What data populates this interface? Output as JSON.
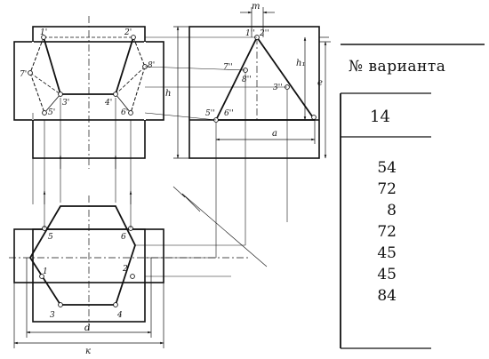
{
  "table": {
    "header": "№ варианта",
    "variant": "14",
    "values": [
      "54",
      "72",
      "8",
      "72",
      "45",
      "45",
      "84"
    ]
  },
  "dimensions": {
    "m": "m",
    "h": "h",
    "h1": "h₁",
    "e": "e",
    "a": "a",
    "d": "d",
    "k": "к"
  },
  "front_points": [
    "1'",
    "2'",
    "3'",
    "4'",
    "5'",
    "6'",
    "7'",
    "8'"
  ],
  "side_points": [
    "1''",
    "2''",
    "3''",
    "5''",
    "6''",
    "7''",
    "8''"
  ],
  "top_points": [
    "1",
    "2",
    "3",
    "4",
    "5",
    "6"
  ]
}
